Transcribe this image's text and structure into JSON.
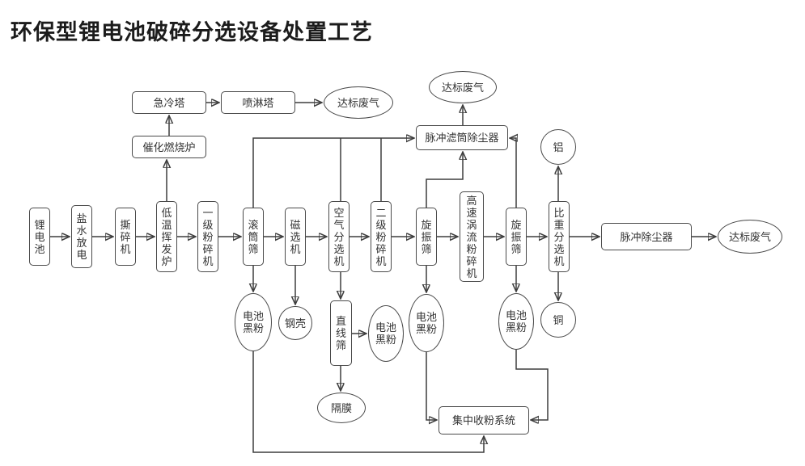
{
  "title": "环保型锂电池破碎分选设备处置工艺",
  "colors": {
    "background": "#ffffff",
    "node_border": "#4a4a4a",
    "node_fill": "#ffffff",
    "edge_line": "#3d3d3d",
    "text": "#333333",
    "title_text": "#1c1c1c"
  },
  "nodes": {
    "lithium_battery": {
      "label": "锂电池"
    },
    "salt_water_discharge": {
      "label": "盐水放电"
    },
    "shredder": {
      "label": "撕碎机"
    },
    "low_temp_volatilization_furnace": {
      "label": "低温挥发炉"
    },
    "primary_crusher": {
      "label": "一级粉碎机"
    },
    "drum_screen": {
      "label": "滚筒筛"
    },
    "magnetic_separator": {
      "label": "磁选机"
    },
    "air_separator": {
      "label": "空气分选机"
    },
    "secondary_crusher": {
      "label": "二级粉碎机"
    },
    "rotary_vibrating_screen_1": {
      "label": "旋振筛"
    },
    "high_speed_eddy_mill": {
      "label": "高速涡流粉碎机"
    },
    "rotary_vibrating_screen_2": {
      "label": "旋振筛"
    },
    "gravity_separator": {
      "label": "比重分选机"
    },
    "pulse_dust_collector": {
      "label": "脉冲除尘器"
    },
    "qualified_exhaust_main": {
      "label": "达标废气"
    },
    "quench_tower": {
      "label": "急冷塔"
    },
    "spray_tower": {
      "label": "喷淋塔"
    },
    "qualified_exhaust_spray": {
      "label": "达标废气"
    },
    "catalytic_combustion_furnace": {
      "label": "催化燃烧炉"
    },
    "pulse_cartridge_dust_collector": {
      "label": "脉冲滤筒除尘器"
    },
    "qualified_exhaust_cartridge": {
      "label": "达标废气"
    },
    "aluminum": {
      "label": "铝"
    },
    "copper": {
      "label": "铜"
    },
    "battery_black_powder_1": {
      "label": "电池黑粉"
    },
    "steel_shell": {
      "label": "钢壳"
    },
    "linear_screen": {
      "label": "直线筛"
    },
    "battery_black_powder_2": {
      "label": "电池黑粉"
    },
    "battery_black_powder_3": {
      "label": "电池黑粉"
    },
    "separator_membrane": {
      "label": "隔膜"
    },
    "battery_black_powder_4": {
      "label": "电池黑粉"
    },
    "central_powder_collection": {
      "label": "集中收粉系统"
    }
  }
}
